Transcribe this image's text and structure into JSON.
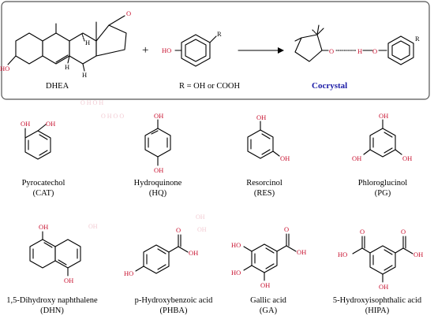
{
  "scheme": {
    "dhea_label": "DHEA",
    "plus": "+",
    "r_note": "R = OH or COOH",
    "cocrystal_label": "Cocrystal",
    "atoms": {
      "ketone_O": "O",
      "ho": "HO",
      "r": "R",
      "h": "H",
      "O": "O",
      "hbond_H": "H"
    }
  },
  "molecules": [
    {
      "id": "cat",
      "name": "Pyrocatechol",
      "abbr": "(CAT)",
      "groups": [
        "OH",
        "OH"
      ]
    },
    {
      "id": "hq",
      "name": "Hydroquinone",
      "abbr": "(HQ)",
      "groups": [
        "OH",
        "OH"
      ]
    },
    {
      "id": "res",
      "name": "Resorcinol",
      "abbr": "(RES)",
      "groups": [
        "OH",
        "OH"
      ]
    },
    {
      "id": "pg",
      "name": "Phloroglucinol",
      "abbr": "(PG)",
      "groups": [
        "OH",
        "OH",
        "OH"
      ]
    },
    {
      "id": "dhn",
      "name": "1,5-Dihydroxy naphthalene",
      "abbr": "(DHN)",
      "groups": [
        "OH",
        "OH"
      ]
    },
    {
      "id": "phba",
      "name": "p-Hydroxybenzoic acid",
      "abbr": "(PHBA)",
      "groups": [
        "O",
        "OH",
        "HO"
      ]
    },
    {
      "id": "ga",
      "name": "Gallic acid",
      "abbr": "(GA)",
      "groups": [
        "HO",
        "HO",
        "OH",
        "O",
        "OH"
      ]
    },
    {
      "id": "hipa",
      "name": "5-Hydroxyisophthalic acid",
      "abbr": "(HIPA)",
      "groups": [
        "O",
        "O",
        "HO",
        "OH",
        "OH"
      ]
    }
  ],
  "colors": {
    "heteroatom": "#c8102e",
    "cocrystal_label": "#1a1aa6",
    "bond": "#000000"
  }
}
